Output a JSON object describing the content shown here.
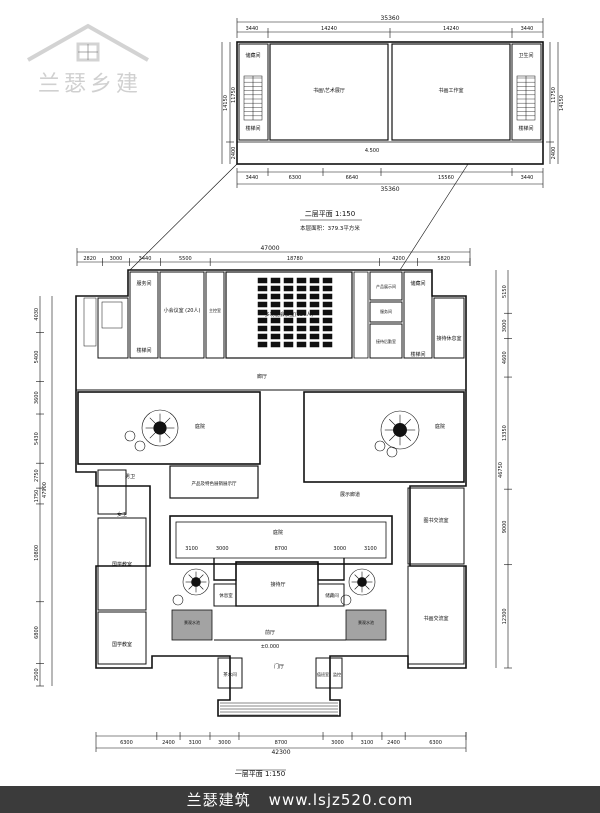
{
  "watermark": {
    "text": "兰瑟乡建"
  },
  "footer": {
    "brand": "兰瑟建筑",
    "url": "www.lsjz520.com"
  },
  "upper_plan": {
    "title": "二层平面 1:150",
    "area_note": "本层面积：379.3平方米",
    "top_dims": [
      "3440",
      "14240",
      "14240",
      "3440"
    ],
    "top_total": "35360",
    "bottom_dims": [
      "3440",
      "6300",
      "6640",
      "15560",
      "3440"
    ],
    "bottom_total": "35360",
    "left_dims": [
      "11750",
      "2400"
    ],
    "right_dims": [
      "11750",
      "2400"
    ],
    "left_total": "14150",
    "right_total": "14150",
    "rooms": {
      "storage_l": "储藏间",
      "toilet_r": "卫生间",
      "hall": "书画\\艺术展厅",
      "studio": "书画工作室",
      "stair_l": "楼梯间",
      "stair_r": "楼梯间",
      "level": "4.500"
    }
  },
  "lower_plan": {
    "title": "一层平面 1:150",
    "top_dims": [
      "2820",
      "3000",
      "3440",
      "5500",
      "18780",
      "4200",
      "5820"
    ],
    "top_total": "47000",
    "bottom_dims": [
      "6300",
      "2400",
      "3100",
      "3000",
      "8700",
      "3000",
      "3100",
      "2400",
      "6300"
    ],
    "bottom_total": "42300",
    "inner_dims": [
      "3100",
      "3000",
      "8700",
      "3000",
      "3100"
    ],
    "left_total": "47900",
    "right_total": "46750",
    "left_dims": [
      "4030",
      "5400",
      "3600",
      "5430",
      "2750",
      "1750",
      "10800",
      "6800",
      "2500"
    ],
    "right_dims": [
      "5150",
      "3000",
      "4600",
      "13350",
      "9000",
      "12300"
    ],
    "rooms": {
      "service": "服务间",
      "meeting_small": "小会议室\n(20人)",
      "control": "主控室",
      "meeting_large": "多功能会议室(120人)",
      "equipment": "产品展示间",
      "service2": "服务间",
      "office": "接待后勤室",
      "storage": "储藏间",
      "lounge": "接待休息室",
      "stair_l": "楼梯间",
      "stair_r": "楼梯间",
      "corridor": "廊厅",
      "court_l": "庭院",
      "court_r": "庭院",
      "display": "产品及特色展销展示厅",
      "gallery": "展示廊道",
      "male": "男卫",
      "female": "女卫",
      "culture_l": "国学教室",
      "culture_l2": "国学教室",
      "culture_r": "图书交流室",
      "culture_r2": "书画交流室",
      "court_c": "庭院",
      "reception": "接待厅",
      "rest": "休息室",
      "storage2": "储藏间",
      "hall": "前厅",
      "entry": "门厅",
      "tea": "茶水间",
      "duty": "值班室、监控",
      "pool_l": "景观水池",
      "pool_r": "景观水池",
      "level": "±0.000"
    }
  }
}
